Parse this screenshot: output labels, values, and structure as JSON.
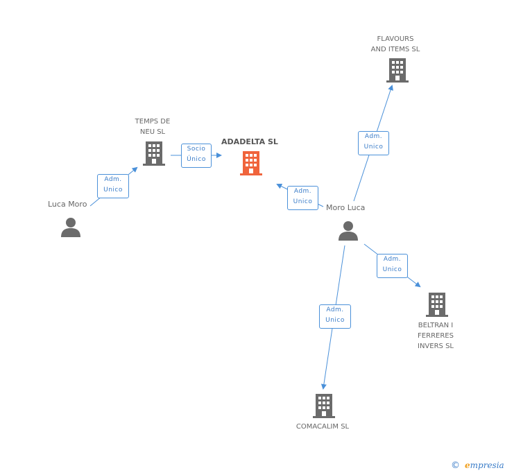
{
  "main_company": {
    "name": "ADADELTA SL"
  },
  "companies": [
    {
      "id": "temps",
      "name": "TEMPS DE\nNEU SL"
    },
    {
      "id": "flavours",
      "name": "FLAVOURS\nAND ITEMS SL"
    },
    {
      "id": "beltran",
      "name": "BELTRAN I\nFERRERES\nINVERS SL"
    },
    {
      "id": "comacalim",
      "name": "COMACALIM SL"
    }
  ],
  "persons": [
    {
      "id": "luca_moro",
      "name": "Luca Moro"
    },
    {
      "id": "moro_luca",
      "name": "Moro Luca"
    }
  ],
  "relations": [
    {
      "id": "r1",
      "line1": "Adm.",
      "line2": "Unico"
    },
    {
      "id": "r2",
      "line1": "Socio",
      "line2": "Único"
    },
    {
      "id": "r3",
      "line1": "Adm.",
      "line2": "Unico"
    },
    {
      "id": "r4",
      "line1": "Adm.",
      "line2": "Unico"
    },
    {
      "id": "r5",
      "line1": "Adm.",
      "line2": "Unico"
    },
    {
      "id": "r6",
      "line1": "Adm.",
      "line2": "Unico"
    }
  ],
  "footer": {
    "copyright_symbol": "©",
    "brand_initial": "e",
    "brand_rest": "mpresia"
  },
  "colors": {
    "edge": "#4a90d9",
    "building": "#6b6b6b",
    "main_building": "#f0643c",
    "person": "#6b6b6b"
  }
}
